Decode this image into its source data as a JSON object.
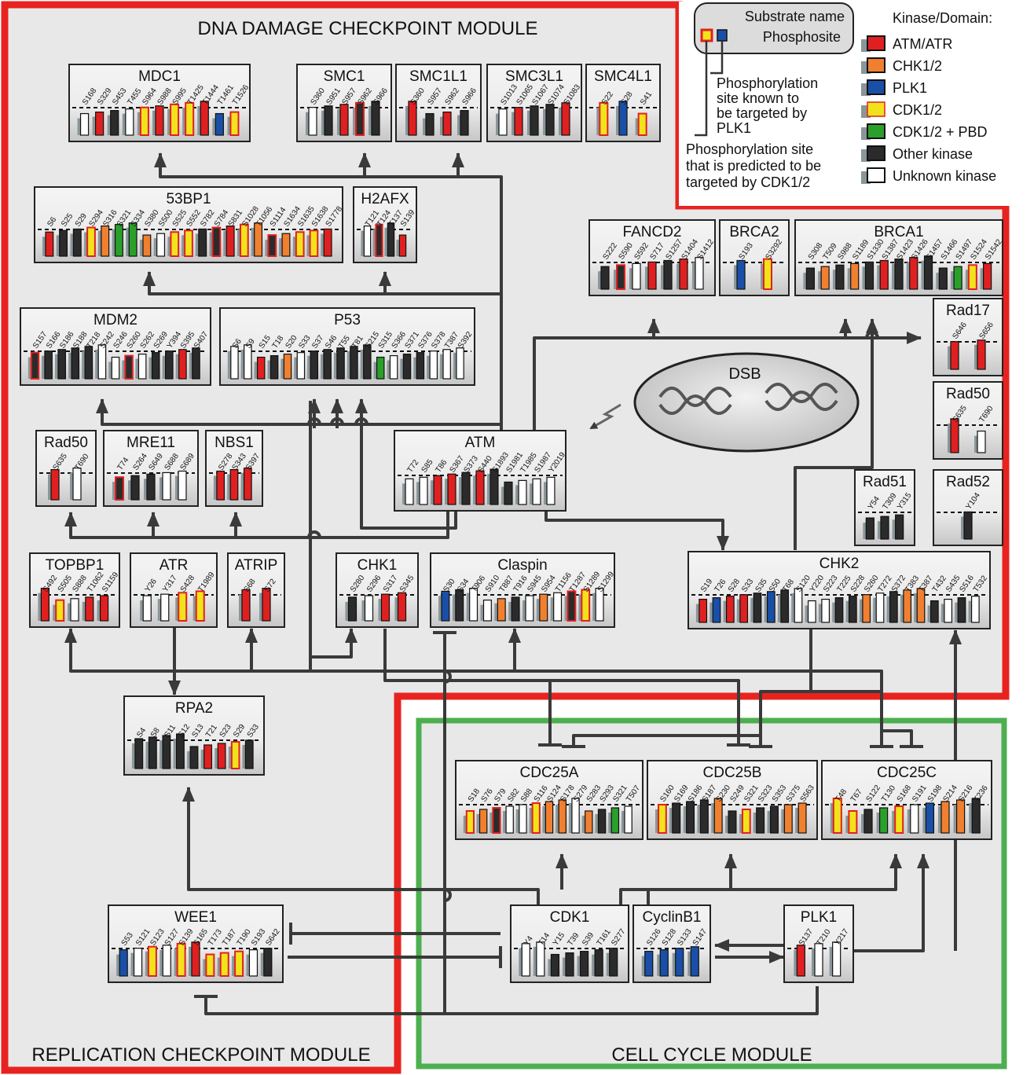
{
  "modules": {
    "dna_damage": "DNA DAMAGE CHECKPOINT MODULE",
    "replication": "REPLICATION CHECKPOINT MODULE",
    "cell_cycle": "CELL CYCLE MODULE"
  },
  "colors": {
    "atm_atr": "#e02020",
    "chk12": "#f08030",
    "plk1": "#1a4fa8",
    "cdk12": "#f2e21b",
    "cdk12_pbd": "#2aa02a",
    "other": "#2b2b2b",
    "unknown": "#ffffff",
    "shadow": "#8a969a",
    "damage_border": "#e8231f",
    "cellcycle_border": "#4caf50"
  },
  "legend": {
    "substrate_name": "Substrate name",
    "phosphosite": "Phosphosite",
    "known_plk1": [
      "Phosphorylation",
      "site known to",
      "be targeted by",
      "PLK1"
    ],
    "predicted_cdk": [
      "Phosphorylation site",
      "that is predicted to be",
      "targeted by CDK1/2"
    ],
    "kinase_header": "Kinase/Domain:",
    "items": [
      {
        "label": "ATM/ATR",
        "type": "R"
      },
      {
        "label": "CHK1/2",
        "type": "O"
      },
      {
        "label": "PLK1",
        "type": "B"
      },
      {
        "label": "CDK1/2",
        "type": "Y"
      },
      {
        "label": "CDK1/2 + PBD",
        "type": "G"
      },
      {
        "label": "Other kinase",
        "type": "K"
      },
      {
        "label": "Unknown kinase",
        "type": "W"
      }
    ]
  },
  "dsb_label": "DSB",
  "proteins": [
    {
      "name": "MDC1",
      "sites": [
        "S168",
        "S329",
        "S453",
        "T455",
        "S964",
        "S988",
        "S995",
        "T1425",
        "T1444",
        "T1461",
        "T1526"
      ],
      "types": "WRKWYRYYRBY"
    },
    {
      "name": "SMC1",
      "sites": [
        "S360",
        "S951",
        "S957",
        "S962",
        "S966"
      ],
      "types": "WKRPK"
    },
    {
      "name": "SMC1L1",
      "sites": [
        "S360",
        "S957",
        "S962",
        "S966"
      ],
      "types": "RKRK"
    },
    {
      "name": "SMC3L1",
      "sites": [
        "S1013",
        "S1065",
        "S1067",
        "S1074",
        "S1083"
      ],
      "types": "WRKKR"
    },
    {
      "name": "SMC4L1",
      "sites": [
        "S22",
        "S28",
        "S41"
      ],
      "types": "YBY"
    },
    {
      "name": "53BP1",
      "sites": [
        "S6",
        "S25",
        "S29",
        "S294",
        "S316",
        "S321",
        "S334",
        "S380",
        "S500",
        "S525",
        "S552",
        "S782",
        "S784",
        "S831",
        "S1028",
        "T1056",
        "S1114",
        "S1634",
        "S1635",
        "S1638",
        "S1778"
      ],
      "types": "RKKYOGGOWYYKPRYOPOYYR"
    },
    {
      "name": "H2AFX",
      "sites": [
        "T121",
        "T124",
        "T137",
        "S139"
      ],
      "types": "WPKR"
    },
    {
      "name": "FANCD2",
      "sites": [
        "S222",
        "S590",
        "S592",
        "S717",
        "S1257",
        "S1404",
        "S1412"
      ],
      "types": "KPWRKRW"
    },
    {
      "name": "BRCA2",
      "sites": [
        "S193",
        "S3292"
      ],
      "types": "BY"
    },
    {
      "name": "BRCA1",
      "sites": [
        "S308",
        "T509",
        "S988",
        "S1189",
        "S1330",
        "S1387",
        "S1423",
        "S1426",
        "S1457",
        "S1466",
        "S1497",
        "S1524",
        "S1542"
      ],
      "types": "KOKOKRKRKKGYR"
    },
    {
      "name": "Rad17",
      "sites": [
        "S646",
        "S656"
      ],
      "types": "RR"
    },
    {
      "name": "Rad50",
      "sites": [
        "S635",
        "T690"
      ],
      "types": "RW"
    },
    {
      "name": "MDM2",
      "sites": [
        "S157",
        "S166",
        "S186",
        "S188",
        "T218",
        "S242",
        "S246",
        "S260",
        "S262",
        "S269",
        "Y394",
        "S395",
        "S407"
      ],
      "types": "PKKKKWWPWKKRK"
    },
    {
      "name": "P53",
      "sites": [
        "S6",
        "S9",
        "S15",
        "T18",
        "S20",
        "S33",
        "S37",
        "S46",
        "T55",
        "T81",
        "S215",
        "S315",
        "S366",
        "S371",
        "S376",
        "S378",
        "T387",
        "S392"
      ],
      "types": "WWRKOWKKKKKGWKKWWW"
    },
    {
      "name": "ATM",
      "sites": [
        "T72",
        "S85",
        "T86",
        "S367",
        "S373",
        "S440",
        "S1893",
        "S1981",
        "T1985",
        "S1987",
        "Y2019"
      ],
      "types": "WWRRKRKKWWW"
    },
    {
      "name": "Rad50",
      "sites": [
        "S635",
        "T690"
      ],
      "types": "RW"
    },
    {
      "name": "MRE11",
      "sites": [
        "T74",
        "S264",
        "S649",
        "S688",
        "S689"
      ],
      "types": "PKKWW"
    },
    {
      "name": "NBS1",
      "sites": [
        "S278",
        "S343",
        "S397"
      ],
      "types": "RRR"
    },
    {
      "name": "Rad51",
      "sites": [
        "Y54",
        "T309",
        "Y315"
      ],
      "types": "KKK"
    },
    {
      "name": "Rad52",
      "sites": [
        "Y104"
      ],
      "types": "K"
    },
    {
      "name": "TOPBP1",
      "sites": [
        "S492",
        "S505",
        "S888",
        "T1062",
        "S1159"
      ],
      "types": "RYWRR"
    },
    {
      "name": "ATR",
      "sites": [
        "Y26",
        "Y317",
        "S428",
        "T1989"
      ],
      "types": "WWYY"
    },
    {
      "name": "ATRIP",
      "sites": [
        "S68",
        "S72"
      ],
      "types": "RR"
    },
    {
      "name": "CHK1",
      "sites": [
        "S280",
        "S296",
        "S317",
        "S345"
      ],
      "types": "KWRR"
    },
    {
      "name": "Claspin",
      "sites": [
        "S30",
        "S34",
        "T906",
        "S910",
        "T887",
        "T916",
        "S945",
        "S954",
        "T1156",
        "T1287",
        "S1289",
        "S1299"
      ],
      "types": "BKWWOKWOWPYW"
    },
    {
      "name": "CHK2",
      "sites": [
        "S19",
        "T26",
        "S28",
        "S33",
        "S35",
        "S50",
        "T68",
        "S120",
        "Y220",
        "S223",
        "T225",
        "S228",
        "S260",
        "T272",
        "S372",
        "T383",
        "T387",
        "T432",
        "S435",
        "S516",
        "T532"
      ],
      "types": "RBRRKBKWWWKKOWKOOKWKW"
    },
    {
      "name": "RPA2",
      "sites": [
        "S4",
        "S8",
        "S11",
        "S12",
        "S13",
        "T21",
        "S23",
        "S29",
        "S33"
      ],
      "types": "KKKKKRRYK"
    },
    {
      "name": "CDC25A",
      "sites": [
        "S18",
        "S76",
        "S79",
        "S82",
        "S88",
        "S116",
        "S124",
        "S178",
        "S279",
        "S283",
        "S293",
        "S321",
        "T507"
      ],
      "types": "YOPWWYOOWOKGW"
    },
    {
      "name": "CDC25B",
      "sites": [
        "S160",
        "S169",
        "S186",
        "S187",
        "S230",
        "S249",
        "S321",
        "S323",
        "S353",
        "S375",
        "S563"
      ],
      "types": "YKKKOKYKKOO"
    },
    {
      "name": "CDC25C",
      "sites": [
        "T48",
        "T67",
        "S122",
        "T130",
        "S168",
        "S191",
        "S198",
        "S214",
        "S216",
        "T236"
      ],
      "types": "YYKGYWBOOK"
    },
    {
      "name": "WEE1",
      "sites": [
        "S53",
        "S121",
        "S123",
        "S127",
        "S139",
        "S165",
        "T173",
        "T187",
        "T190",
        "S193",
        "S642"
      ],
      "types": "BWYWYRYYYWK"
    },
    {
      "name": "CDK1",
      "sites": [
        "Y4",
        "T14",
        "Y15",
        "T39",
        "S39",
        "T161",
        "S277"
      ],
      "types": "WWKKKKK"
    },
    {
      "name": "CyclinB1",
      "sites": [
        "S126",
        "S128",
        "S133",
        "S147"
      ],
      "types": "BBBB"
    },
    {
      "name": "PLK1",
      "sites": [
        "S137",
        "T210",
        "Y217"
      ],
      "types": "RWW"
    }
  ]
}
